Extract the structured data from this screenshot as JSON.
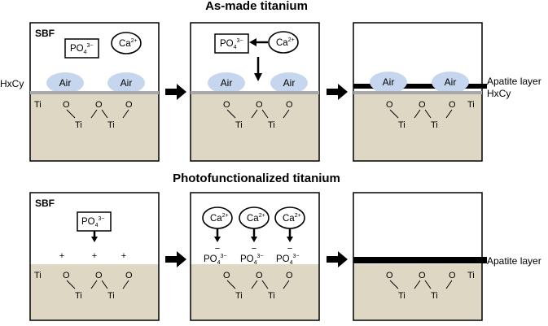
{
  "colors": {
    "substrate": "#ddd7c3",
    "air_bubble": "#c6d6ee",
    "hxcy_layer": "#a8a8a8",
    "apatite_layer": "#000000",
    "border": "#000000"
  },
  "section_top": {
    "title": "As-made titanium",
    "side_left": "HxCy",
    "side_right_1": "Apatite layer",
    "side_right_2": "HxCy"
  },
  "section_bottom": {
    "title": "Photofunctionalized titanium",
    "side_right_1": "Apatite layer"
  },
  "labels": {
    "sbf": "SBF",
    "air": "Air",
    "ti": "Ti",
    "o": "O",
    "plus": "+",
    "minus": "−",
    "po_base": "PO",
    "po_sub": "4",
    "po_sup": "3−",
    "ca_base": "Ca",
    "ca_sup": "2+"
  },
  "icons": {
    "process_arrow": "right-arrow-icon",
    "down_arrow": "down-arrow-icon",
    "left_arrow": "left-arrow-icon"
  }
}
